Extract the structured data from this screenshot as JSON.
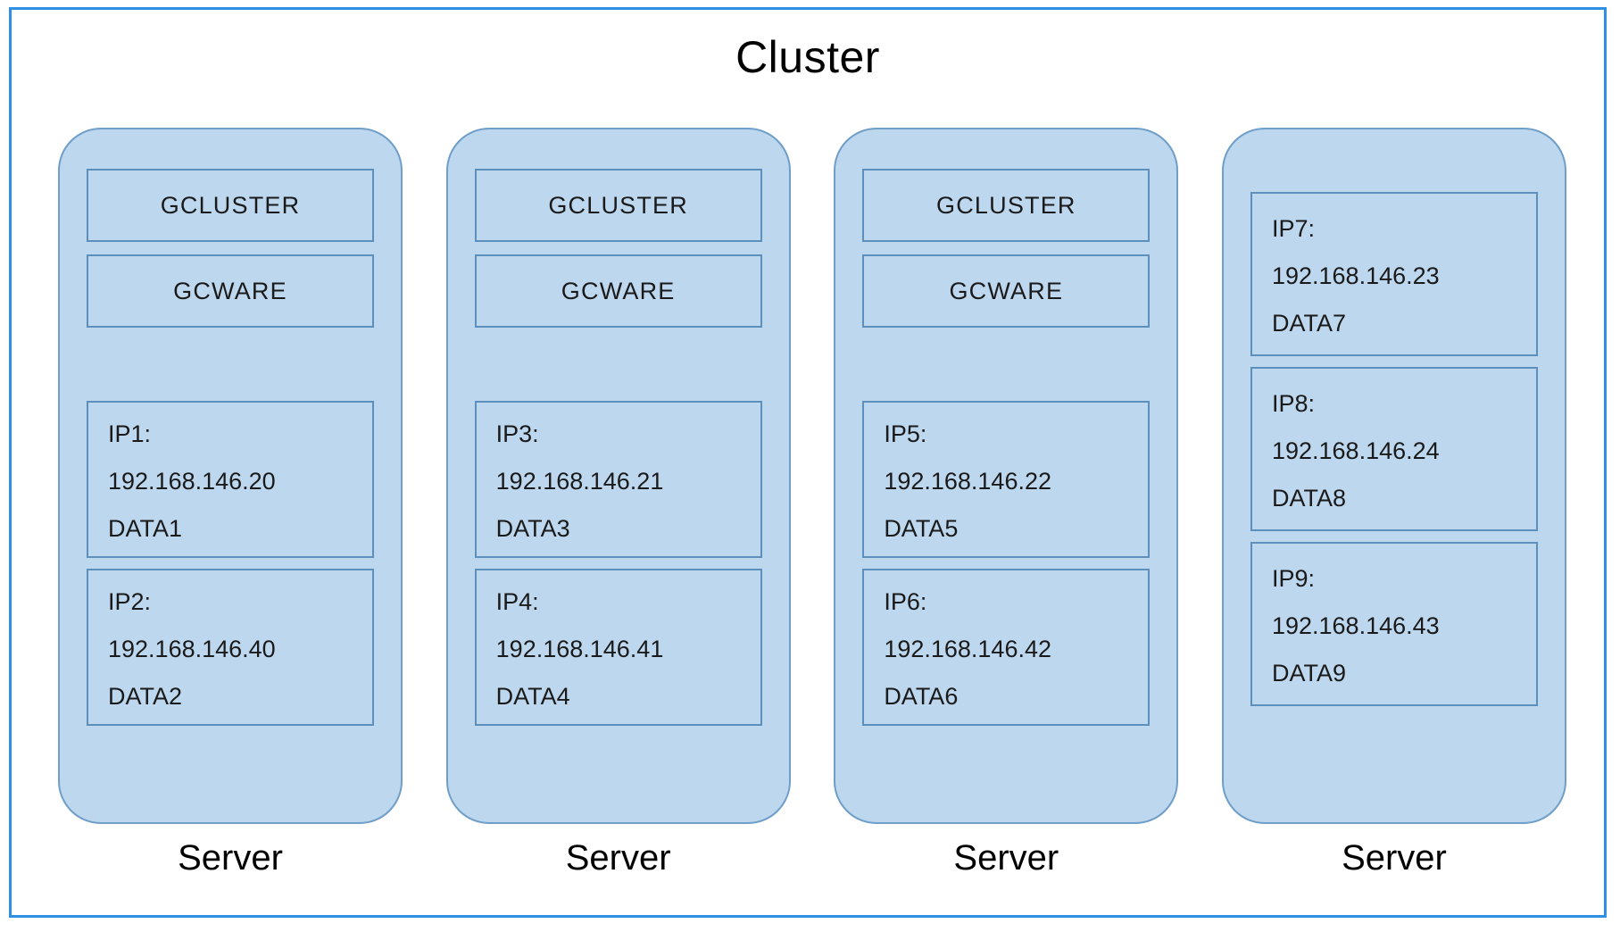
{
  "cluster": {
    "title": "Cluster",
    "frame_color": "#2f8fe3",
    "node_fill": "#bdd7ee",
    "node_border": "#6f9ec8",
    "box_border": "#5d8fbd"
  },
  "servers": [
    {
      "caption": "Server",
      "services": [
        "GCLUSTER",
        "GCWARE"
      ],
      "nodes": [
        {
          "label": "IP1:",
          "ip": "192.168.146.20",
          "data": "DATA1"
        },
        {
          "label": "IP2:",
          "ip": "192.168.146.40",
          "data": "DATA2"
        }
      ]
    },
    {
      "caption": "Server",
      "services": [
        "GCLUSTER",
        "GCWARE"
      ],
      "nodes": [
        {
          "label": "IP3:",
          "ip": "192.168.146.21",
          "data": "DATA3"
        },
        {
          "label": "IP4:",
          "ip": "192.168.146.41",
          "data": "DATA4"
        }
      ]
    },
    {
      "caption": "Server",
      "services": [
        "GCLUSTER",
        "GCWARE"
      ],
      "nodes": [
        {
          "label": "IP5:",
          "ip": "192.168.146.22",
          "data": "DATA5"
        },
        {
          "label": "IP6:",
          "ip": "192.168.146.42",
          "data": "DATA6"
        }
      ]
    },
    {
      "caption": "Server",
      "services": [],
      "nodes": [
        {
          "label": "IP7:",
          "ip": "192.168.146.23",
          "data": "DATA7"
        },
        {
          "label": "IP8:",
          "ip": "192.168.146.24",
          "data": "DATA8"
        },
        {
          "label": "IP9:",
          "ip": "192.168.146.43",
          "data": "DATA9"
        }
      ]
    }
  ]
}
